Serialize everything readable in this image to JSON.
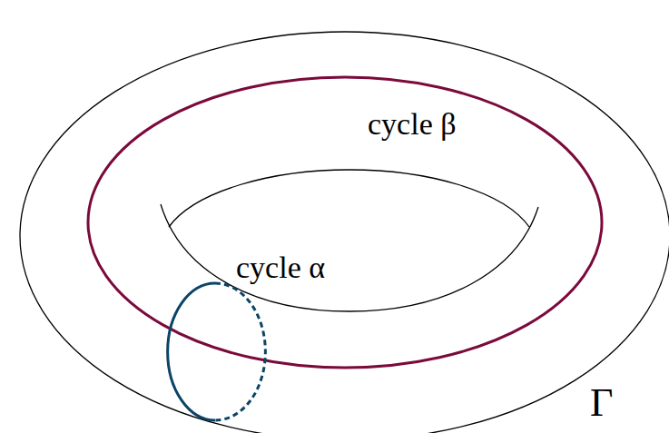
{
  "diagram": {
    "labels": [
      "cycle β",
      "cycle α",
      "Γ"
    ]
  }
}
